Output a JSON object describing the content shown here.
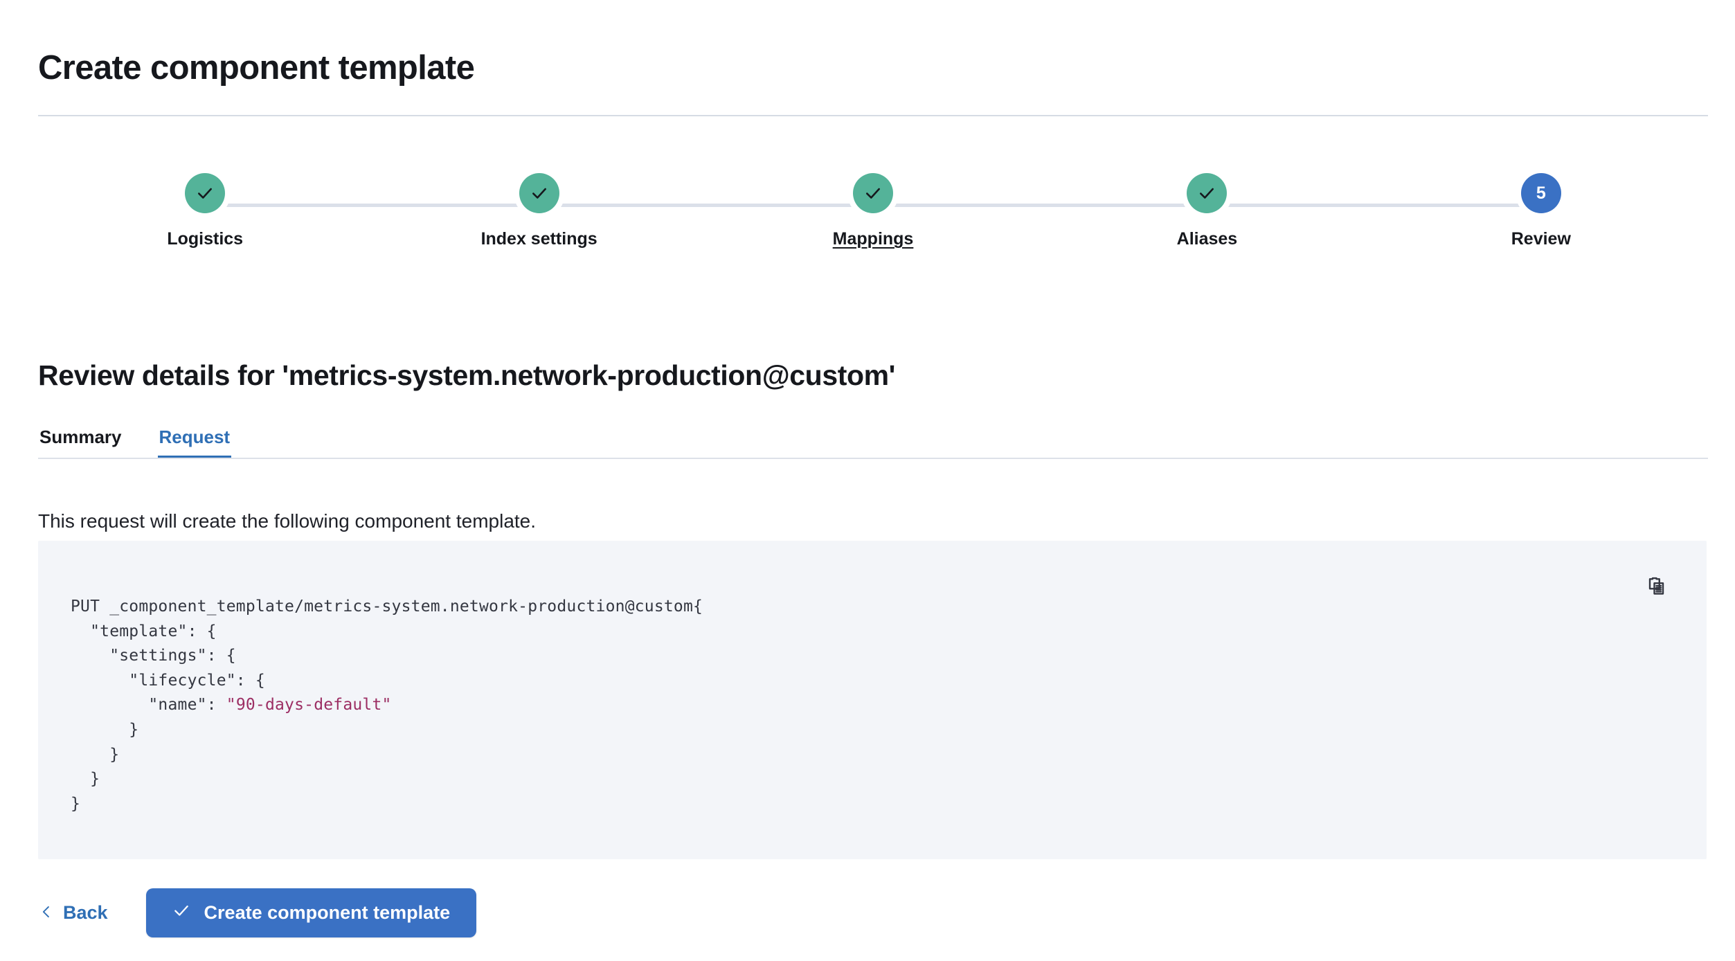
{
  "header": {
    "title": "Create component template"
  },
  "stepper": {
    "steps": [
      {
        "label": "Logistics",
        "state": "complete",
        "marker": "check",
        "hovered": false
      },
      {
        "label": "Index settings",
        "state": "complete",
        "marker": "check",
        "hovered": false
      },
      {
        "label": "Mappings",
        "state": "complete",
        "marker": "check",
        "hovered": true
      },
      {
        "label": "Aliases",
        "state": "complete",
        "marker": "check",
        "hovered": false
      },
      {
        "label": "Review",
        "state": "current",
        "marker": "5",
        "hovered": false
      }
    ],
    "complete_color": "#54b399",
    "current_color": "#3a71c4",
    "track_color": "#dbe0e9"
  },
  "review": {
    "section_title": "Review details for 'metrics-system.network-production@custom'",
    "tabs": [
      {
        "label": "Summary",
        "active": false
      },
      {
        "label": "Request",
        "active": true
      }
    ],
    "active_tab_color": "#2f6fb5",
    "description": "This request will create the following component template.",
    "code": {
      "request_line": "PUT _component_template/metrics-system.network-production@custom",
      "body_before_value": "{\n  \"template\": {\n    \"settings\": {\n      \"lifecycle\": {\n        \"name\": ",
      "string_value": "\"90-days-default\"",
      "body_after_value": "\n      }\n    }\n  }\n}",
      "string_color": "#9c2e63",
      "panel_color": "#f3f5f9",
      "copy_icon": "clipboard-copy-icon"
    }
  },
  "footer": {
    "back_label": "Back",
    "back_icon": "chevron-left-icon",
    "submit_label": "Create component template",
    "submit_icon": "check-icon",
    "submit_color": "#3a71c4"
  }
}
